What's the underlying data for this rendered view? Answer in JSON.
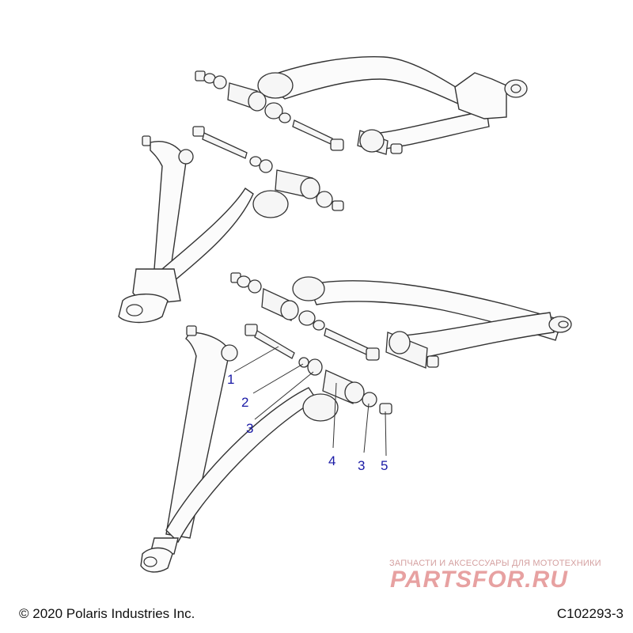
{
  "callouts": [
    {
      "id": "c1",
      "label": "1"
    },
    {
      "id": "c2",
      "label": "2"
    },
    {
      "id": "c3a",
      "label": "3"
    },
    {
      "id": "c4",
      "label": "4"
    },
    {
      "id": "c3b",
      "label": "3"
    },
    {
      "id": "c5",
      "label": "5"
    }
  ],
  "footer": {
    "copyright": "© 2020 Polaris Industries Inc.",
    "code": "C102293-3"
  },
  "watermark": {
    "tagline": "ЗАПЧАСТИ И АКСЕССУАРЫ ДЛЯ МОТОТЕХНИКИ",
    "brand": "PARTSFOR.RU"
  },
  "colors": {
    "callout": "#1a1aa6",
    "line": "#222222",
    "watermark": "#e7a1a1"
  }
}
